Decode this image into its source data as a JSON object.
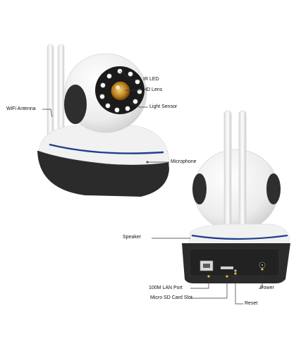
{
  "labels": {
    "ir_led": "IR LED",
    "hd_lens": "HD Lens",
    "light_sensor": "Light Sensor",
    "wifi_antenna": "WiFi Antenna",
    "microphone": "Microphone",
    "speaker": "Speaker",
    "lan_port": "100M LAN Port",
    "sd_slot": "Micro SD Card Slot",
    "reset": "Reset",
    "power": "Power"
  },
  "colors": {
    "body": "#f4f4f4",
    "base": "#2b2b2b",
    "accent": "#1f3f8f",
    "lens": "#d9a23a",
    "leader_line": "#333333"
  }
}
